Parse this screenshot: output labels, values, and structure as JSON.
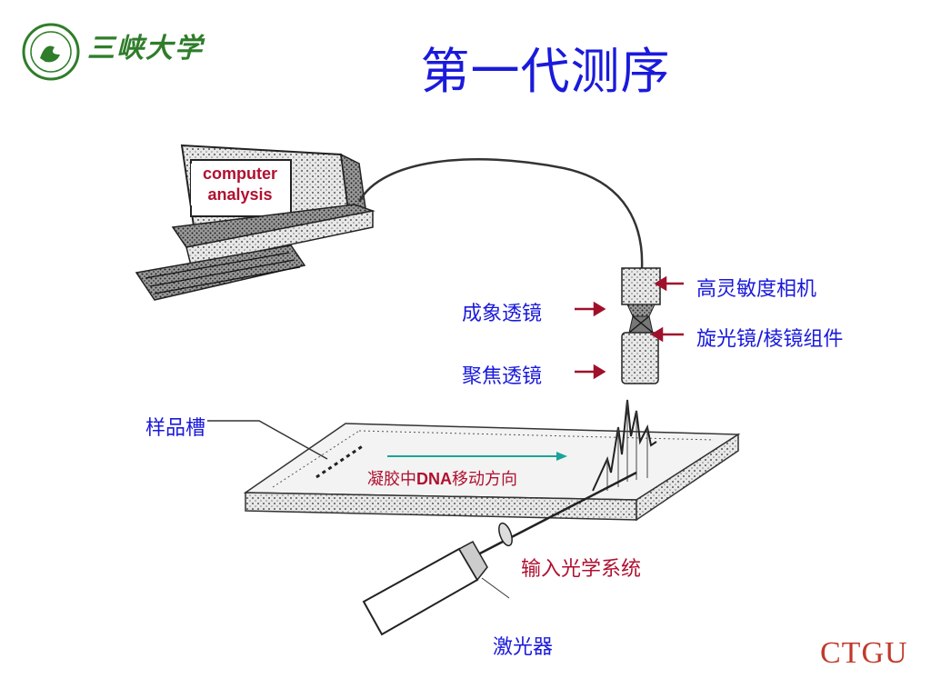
{
  "slide": {
    "title": "第一代测序",
    "logo_text": "三峡大学",
    "footer_brand": "CTGU"
  },
  "labels": {
    "computer_line1": "computer",
    "computer_line2": "analysis",
    "camera": "高灵敏度相机",
    "imaging_lens": "成象透镜",
    "prism": "旋光镜/棱镜组件",
    "focusing_lens": "聚焦透镜",
    "sample_well": "样品槽",
    "gel_dir_pre": "凝胶中",
    "gel_dir_bold": "DNA",
    "gel_dir_post": "移动方向",
    "optics": "输入光学系统",
    "laser": "激光器"
  },
  "colors": {
    "title": "#1a1adc",
    "label_blue": "#1a1adc",
    "label_red": "#b01030",
    "arrow_red": "#a0102a",
    "arrow_teal": "#1aa39a",
    "brand": "#c0392b",
    "logo_green": "#2f7d2a"
  }
}
